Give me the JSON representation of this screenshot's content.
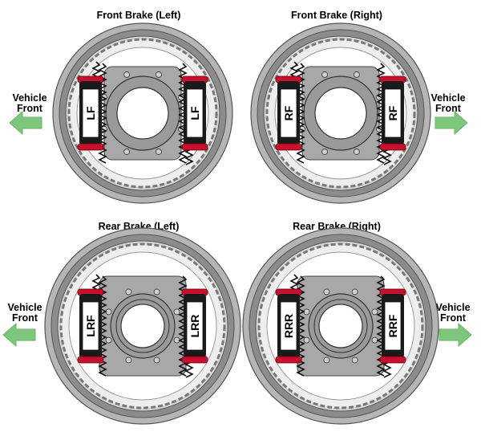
{
  "panels": [
    {
      "title": "Front Brake (Left)",
      "cyl_left": "LF",
      "cyl_right": "LF"
    },
    {
      "title": "Front Brake (Right)",
      "cyl_left": "RF",
      "cyl_right": "RF"
    },
    {
      "title": "Rear Brake (Left)",
      "cyl_left": "LRF",
      "cyl_right": "LRR"
    },
    {
      "title": "Rear Brake (Right)",
      "cyl_left": "RRR",
      "cyl_right": "RRF"
    }
  ],
  "vehicle_front": {
    "line1": "Vehicle",
    "line2": "Front"
  },
  "colors": {
    "drum": "#8c8c8c",
    "hub": "#9a9a9a",
    "arrow": "#7dc77d",
    "cap": "#c8102e",
    "cylinder": "#1a1a1a"
  }
}
